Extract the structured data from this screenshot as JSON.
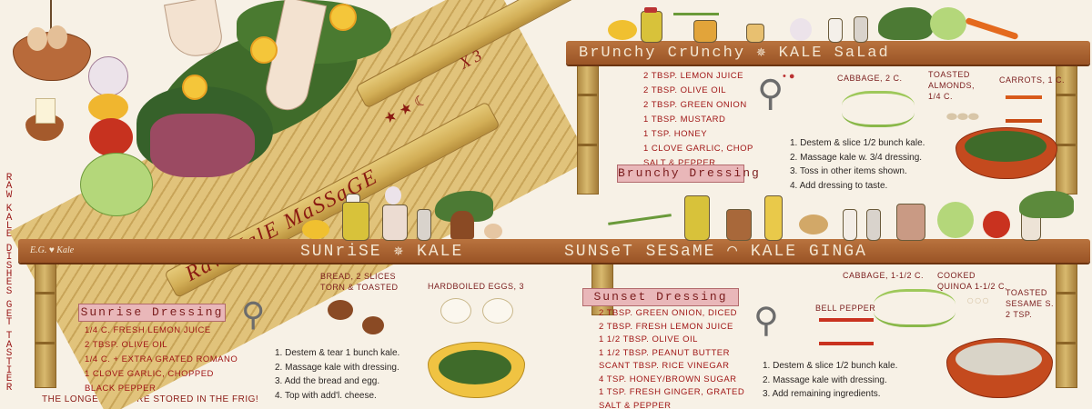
{
  "side_text": [
    "R",
    "A",
    "W",
    "",
    "K",
    "A",
    "L",
    "E",
    "",
    "D",
    "I",
    "S",
    "H",
    "E",
    "S",
    "",
    "G",
    "E",
    "T",
    "",
    "T",
    "A",
    "S",
    "T",
    "I",
    "E",
    "R"
  ],
  "bottom_text": "the longer they're stored in the frig!",
  "massage": {
    "title": "Raw KalE MaSSaGE",
    "banner": "Raw KalE MaSSaGE",
    "times": "X 3"
  },
  "credit": "E.G. ♥ Kale",
  "top_recipe": {
    "title": "BrUnchy  CrUnchy  ✵ KALE  SaLad",
    "dressing_label": "Brunchy Dressing",
    "dressing": [
      "2 Tbsp. lemon juice",
      "2 Tbsp. olive oil",
      "2 Tbsp. green onion",
      "1 Tbsp. mustard",
      "1 tsp. honey",
      "1 clove garlic, chop",
      "salt & pepper"
    ],
    "ingredients": {
      "cabbage": "Cabbage, 2 c.",
      "almonds": "Toasted Almonds, 1/4 c.",
      "carrots": "Carrots, 1 c."
    },
    "steps": [
      "1.  Destem & slice 1/2 bunch kale.",
      "2.  Massage kale w. 3/4 dressing.",
      "3.  Toss in other items shown.",
      "4.  Add dressing to taste."
    ]
  },
  "sunrise_recipe": {
    "title": "SUNriSE  ✵  KALE",
    "dressing_label": "Sunrise Dressing",
    "dressing": [
      "1/4 c. fresh lemon juice",
      "2 Tbsp. olive oil",
      "1/4 c. + extra grated romano",
      "1 clove garlic, chopped",
      "black pepper"
    ],
    "ingredients": {
      "bread": "Bread, 2 slices torn & toasted",
      "eggs": "Hardboiled eggs, 3"
    },
    "steps": [
      "1.  Destem & tear 1 bunch kale.",
      "2.  Massage kale with dressing.",
      "3.  Add the bread and egg.",
      "4.  Top with add'l. cheese."
    ]
  },
  "sunset_recipe": {
    "title": "SUNSeT  SESaME  ◠  KALE  GINGA",
    "dressing_label": "Sunset Dressing",
    "dressing": [
      "2 Tbsp. green onion, diced",
      "2 Tbsp. fresh lemon juice",
      "1 1/2 Tbsp. olive oil",
      "1 1/2 Tbsp. peanut butter",
      "scant Tbsp. rice vinegar",
      "4 tsp. honey/brown sugar",
      "1 tsp. fresh ginger, grated",
      "salt & pepper"
    ],
    "ingredients": {
      "cabbage": "Cabbage, 1-1/2 c.",
      "quinoa": "Cooked quinoa 1-1/2 c.",
      "sesame": "Toasted sesame s. 2 tsp.",
      "pepper": "Bell pepper"
    },
    "steps": [
      "1.  Destem & slice 1/2 bunch kale.",
      "2.  Massage kale with dressing.",
      "3.  Add remaining ingredients."
    ]
  },
  "colors": {
    "shelf": "#a85e2b",
    "label": "#e9b7b9",
    "ink": "#a01616",
    "kale": "#3f6b2a",
    "bamboo": "#d8b45f"
  }
}
